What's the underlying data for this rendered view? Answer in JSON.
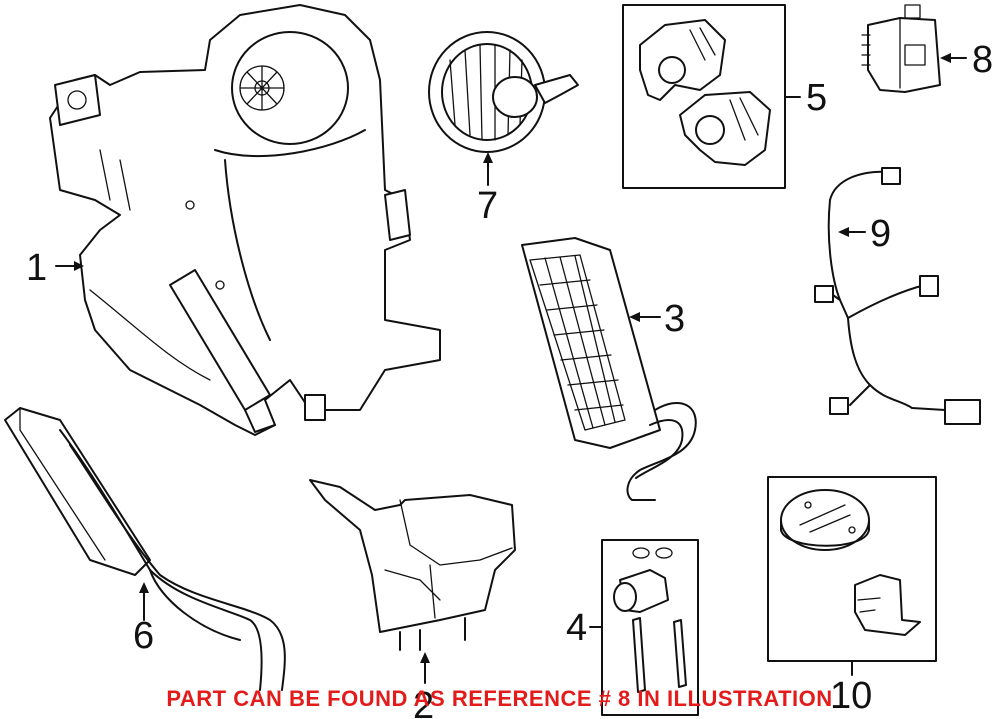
{
  "callouts": {
    "c1": "1",
    "c2": "2",
    "c3": "3",
    "c4": "4",
    "c5": "5",
    "c6": "6",
    "c7": "7",
    "c8": "8",
    "c9": "9",
    "c10": "10"
  },
  "notice": {
    "text": "PART CAN BE FOUND AS REFERENCE # 8 IN ILLUSTRATION",
    "color": "#e31b1b"
  }
}
